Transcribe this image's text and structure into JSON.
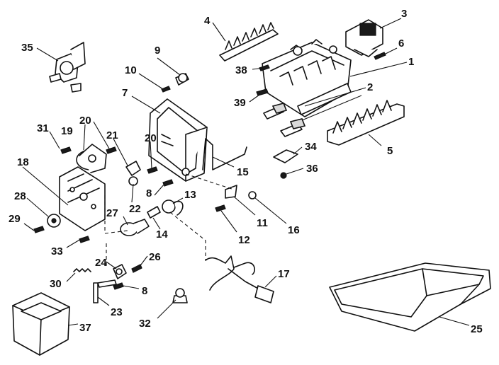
{
  "diagram": {
    "callouts": [
      {
        "id": "c1",
        "text": "1"
      },
      {
        "id": "c2",
        "text": "2"
      },
      {
        "id": "c3",
        "text": "3"
      },
      {
        "id": "c4",
        "text": "4"
      },
      {
        "id": "c5",
        "text": "5"
      },
      {
        "id": "c6",
        "text": "6"
      },
      {
        "id": "c7",
        "text": "7"
      },
      {
        "id": "c8a",
        "text": "8"
      },
      {
        "id": "c8b",
        "text": "8"
      },
      {
        "id": "c9",
        "text": "9"
      },
      {
        "id": "c10",
        "text": "10"
      },
      {
        "id": "c11",
        "text": "11"
      },
      {
        "id": "c12",
        "text": "12"
      },
      {
        "id": "c13",
        "text": "13"
      },
      {
        "id": "c14",
        "text": "14"
      },
      {
        "id": "c15",
        "text": "15"
      },
      {
        "id": "c16",
        "text": "16"
      },
      {
        "id": "c17",
        "text": "17"
      },
      {
        "id": "c18",
        "text": "18"
      },
      {
        "id": "c19",
        "text": "19"
      },
      {
        "id": "c20a",
        "text": "20"
      },
      {
        "id": "c20b",
        "text": "20"
      },
      {
        "id": "c21",
        "text": "21"
      },
      {
        "id": "c22",
        "text": "22"
      },
      {
        "id": "c23",
        "text": "23"
      },
      {
        "id": "c24",
        "text": "24"
      },
      {
        "id": "c25",
        "text": "25"
      },
      {
        "id": "c26",
        "text": "26"
      },
      {
        "id": "c27",
        "text": "27"
      },
      {
        "id": "c28",
        "text": "28"
      },
      {
        "id": "c29",
        "text": "29"
      },
      {
        "id": "c30",
        "text": "30"
      },
      {
        "id": "c31",
        "text": "31"
      },
      {
        "id": "c32",
        "text": "32"
      },
      {
        "id": "c33",
        "text": "33"
      },
      {
        "id": "c34",
        "text": "34"
      },
      {
        "id": "c35",
        "text": "35"
      },
      {
        "id": "c36",
        "text": "36"
      },
      {
        "id": "c37",
        "text": "37"
      },
      {
        "id": "c38",
        "text": "38"
      },
      {
        "id": "c39",
        "text": "39"
      }
    ]
  }
}
